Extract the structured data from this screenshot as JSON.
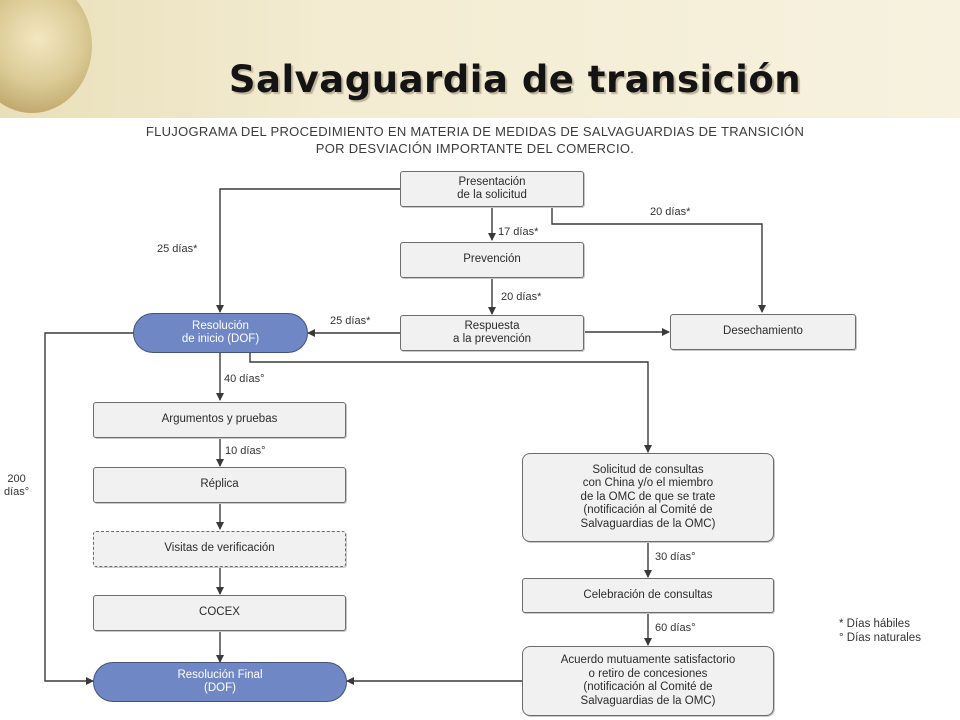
{
  "header": {
    "title": "Salvaguardia de transición",
    "subtitle": "FLUJOGRAMA DEL PROCEDIMIENTO EN MATERIA DE MEDIDAS DE SALVAGUARDIAS DE TRANSICIÓN\nPOR DESVIACIÓN IMPORTANTE DEL COMERCIO."
  },
  "nodes": {
    "presentacion": "Presentación\nde la solicitud",
    "prevencion": "Prevención",
    "respuesta": "Respuesta\na la prevención",
    "desechamiento": "Desechamiento",
    "resolucion_inicio": "Resolución\nde inicio (DOF)",
    "argumentos": "Argumentos y pruebas",
    "replica": "Réplica",
    "visitas": "Visitas de verificación",
    "cocex": "COCEX",
    "resolucion_final": "Resolución Final\n(DOF)",
    "solicitud_consultas": "Solicitud de consultas\ncon China y/o el miembro\nde la OMC de que se trate\n(notificación al Comité de\nSalvaguardias de la OMC)",
    "celebracion": "Celebración de consultas",
    "acuerdo": "Acuerdo mutuamente satisfactorio\no retiro de concesiones\n(notificación al Comité de\nSalvaguardias de la OMC)"
  },
  "edge_labels": {
    "l20a": "20 días*",
    "l17": "17 días*",
    "l25a": "25 días*",
    "l20b": "20 días*",
    "l25b": "25 días*",
    "l40": "40 días°",
    "l10": "10 días°",
    "l200": "200\ndías°",
    "l30": "30 días°",
    "l60": "60 días°"
  },
  "legend": {
    "habiles": "* Días hábiles",
    "naturales": "° Días naturales"
  },
  "colors": {
    "pill_fill": "#7087c6",
    "box_fill": "#f1f1f1",
    "line": "#3a3a3a"
  }
}
